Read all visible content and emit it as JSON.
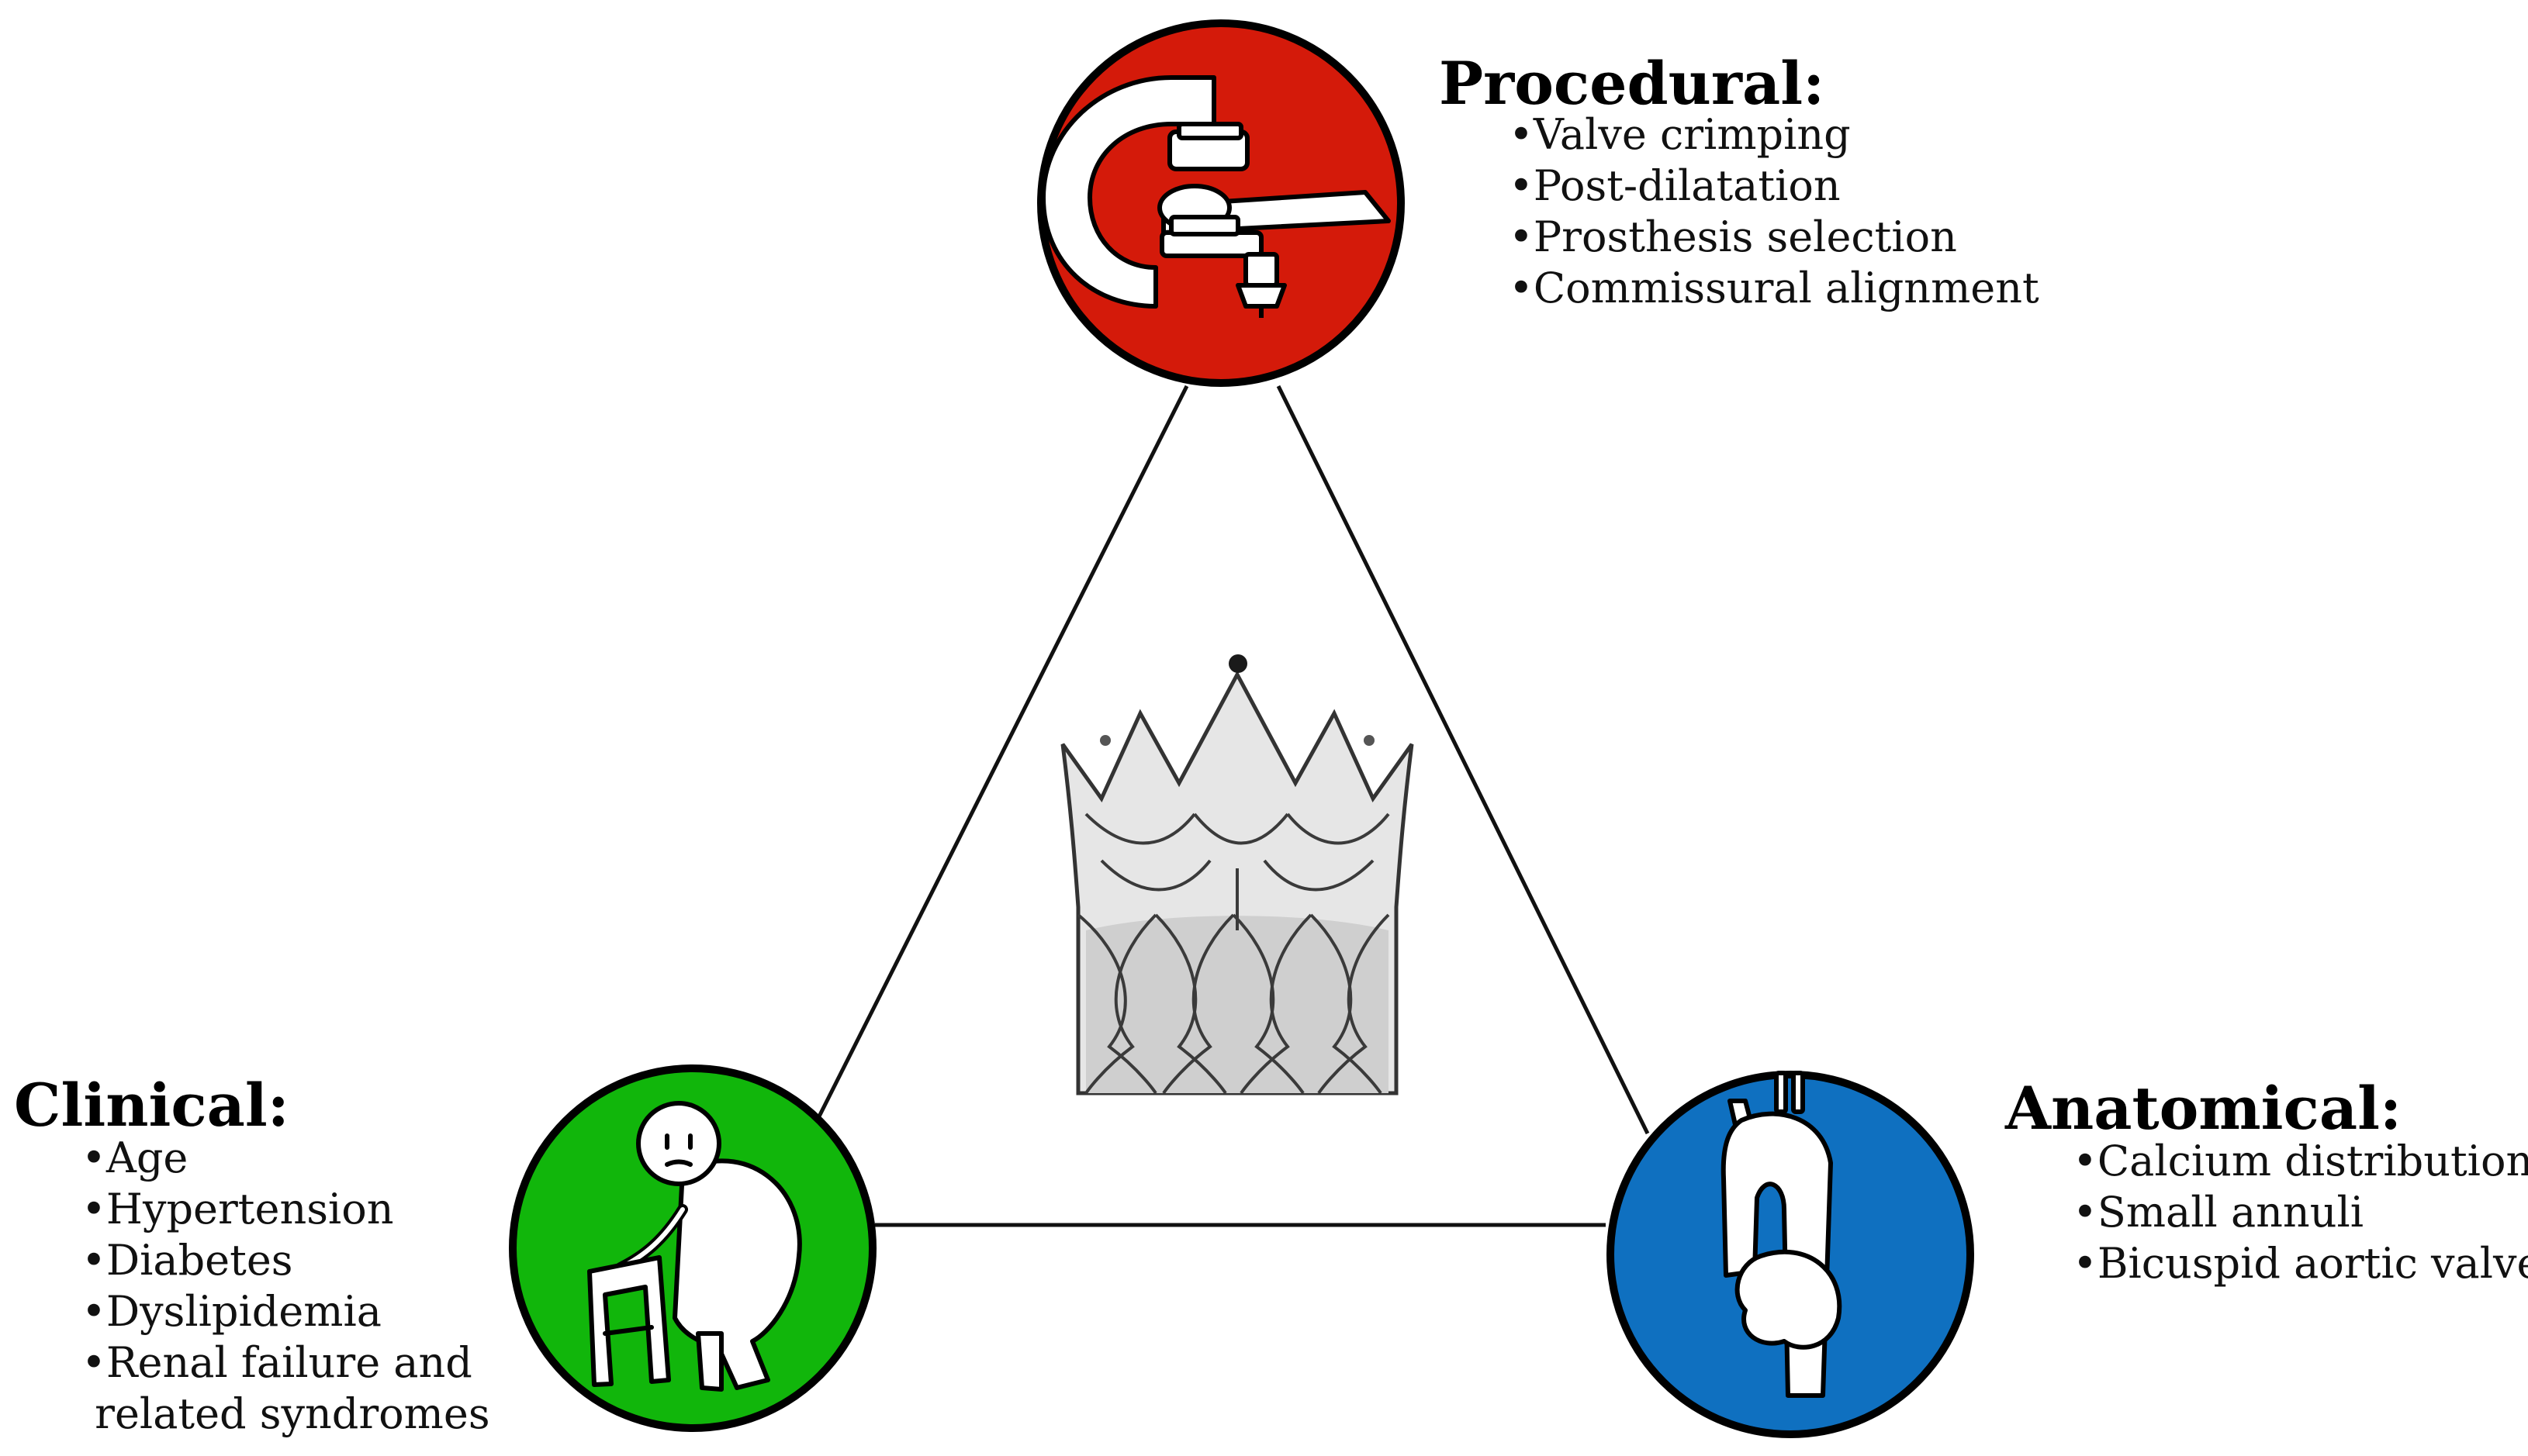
{
  "procedural": {
    "heading": "Procedural:",
    "items": [
      "•Valve crimping",
      "•Post-dilatation",
      "•Prosthesis selection",
      "•Commissural alignment"
    ],
    "color": "#d41a0a",
    "icon": "c-arm-xray-icon"
  },
  "clinical": {
    "heading": "Clinical:",
    "items": [
      "•Age",
      "•Hypertension",
      "•Diabetes",
      "•Dyslipidemia",
      "•Renal failure and",
      " related syndromes"
    ],
    "color": "#11b60b",
    "icon": "elderly-person-walker-icon"
  },
  "anatomical": {
    "heading": "Anatomical:",
    "items": [
      "•Calcium distribution",
      "•Small annuli",
      "•Bicuspid aortic valve"
    ],
    "color": "#0f70c0",
    "icon": "aorta-icon"
  },
  "center": {
    "icon": "transcatheter-valve-icon"
  }
}
